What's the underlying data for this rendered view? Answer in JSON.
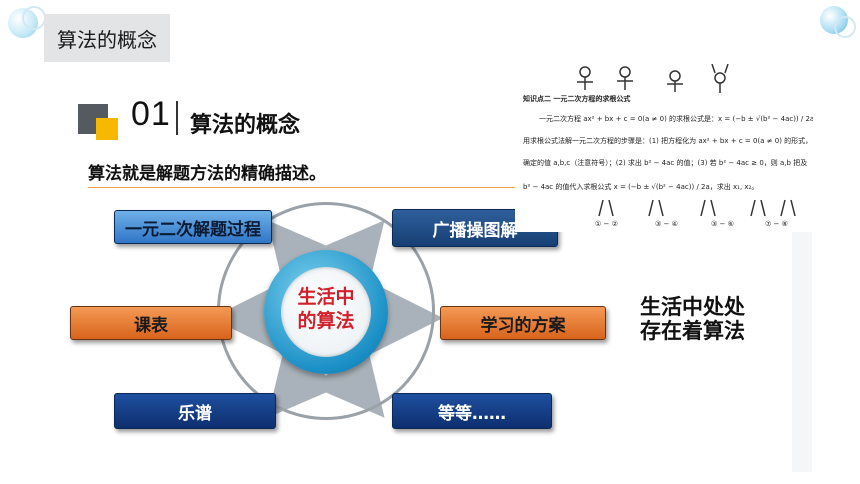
{
  "header": {
    "tab_title": "算法的概念"
  },
  "section": {
    "number": "01",
    "title": "算法的概念",
    "description": "算法就是解题方法的精确描述。"
  },
  "diagram": {
    "center": {
      "line1": "生活中",
      "line2": "的算法"
    },
    "nodes": {
      "top_left": "一元二次解题过程",
      "top_right": "广播操图解",
      "mid_left": "课表",
      "mid_right": "学习的方案",
      "bottom_left": "乐谱",
      "bottom_right": "等等……"
    }
  },
  "side_note": {
    "line1": "生活中处处",
    "line2": "存在着算法"
  },
  "embedded_image": {
    "heading": "知识点二    一元二次方程的求根公式",
    "line1": "一元二次方程 ax² + bx + c = 0(a ≠ 0) 的求根公式是：x = (−b ± √(b² − 4ac)) / 2a",
    "line2": "用求根公式法解一元二次方程的步骤是：(1) 把方程化为 ax² + bx + c = 0(a ≠ 0) 的形式，",
    "line3": "确定的值 a,b,c（注意符号）；(2) 求出 b² − 4ac 的值；(3) 若 b² − 4ac ≥ 0，则 a,b 把及",
    "line4": "b² − 4ac 的值代入求根公式 x = (−b ± √(b² − 4ac)) / 2a，求出 x₁, x₂。",
    "step_labels": [
      "① − ②",
      "③ − ④",
      "③ − ⑥",
      "⑦ − ⑧"
    ]
  },
  "colors": {
    "accent_yellow": "#f6b800",
    "hub_blue": "#1a8fc6",
    "hub_text_red": "#d21f2a",
    "orange_box": "#d8641c",
    "rule_orange": "#f0a050"
  }
}
